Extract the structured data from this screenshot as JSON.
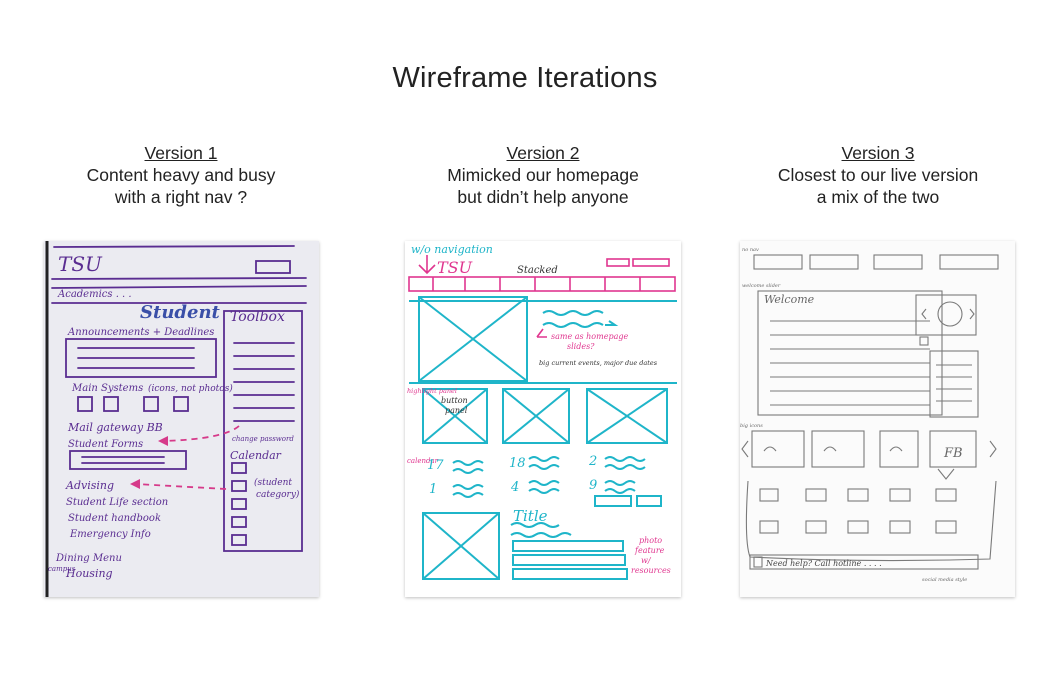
{
  "title": "Wireframe Iterations",
  "versions": [
    {
      "label": "Version 1",
      "line1": "Content heavy and busy",
      "line2": "with a right nav ?",
      "sketch_text": {
        "logo": "TSU",
        "academics": "Academics . . .",
        "student": "Student",
        "toolbox": "Toolbox",
        "announcements": "Announcements + Deadlines",
        "main_systems": "Main Systems",
        "icons_note": "(icons, not photos)",
        "mail": "Mail   gateway  BB",
        "student_forms": "Student Forms",
        "change_password": "change password",
        "calendar": "Calendar",
        "student_category": "(student",
        "category": "category)",
        "advising": "Advising",
        "student_life": "Student Life section",
        "handbook": "Student handbook",
        "emergency": "Emergency Info",
        "dining": "Dining Menu",
        "campus": "campus",
        "housing": "Housing"
      }
    },
    {
      "label": "Version 2",
      "line1": "Mimicked our homepage",
      "line2": "but didn’t help anyone",
      "sketch_text": {
        "no_nav": "w/o navigation",
        "logo": "TSU",
        "stacked": "Stacked",
        "same_home": "same as homepage",
        "slides": "slides?",
        "big_events": "big current events, major due dates",
        "highlight": "highlight panel",
        "button_panel": "button",
        "button_panel2": "panel",
        "calendar": "calendar",
        "d17": "17",
        "d18": "18",
        "d2": "2",
        "d1": "1",
        "d4": "4",
        "d9": "9",
        "title": "Title",
        "photo_feature": "photo",
        "photo_feature2": "feature",
        "photo_feature3": "w/",
        "photo_feature4": "resources"
      }
    },
    {
      "label": "Version 3",
      "line1": "Closest to our live version",
      "line2": "a mix of the two",
      "sketch_text": {
        "nav_label": "no nav",
        "slider_label": "welcome slider",
        "welcome": "Welcome",
        "fb": "FB",
        "row_label": "big icons",
        "help": "Need help? Call hotline . . . .",
        "footnote": "social media style"
      }
    }
  ],
  "colors": {
    "v1_ink": "#5a2d91",
    "v1_accent": "#d63a8a",
    "v2_cyan": "#1fb5c9",
    "v2_pink": "#e0368f",
    "v3_ink": "#7a7a7a"
  }
}
